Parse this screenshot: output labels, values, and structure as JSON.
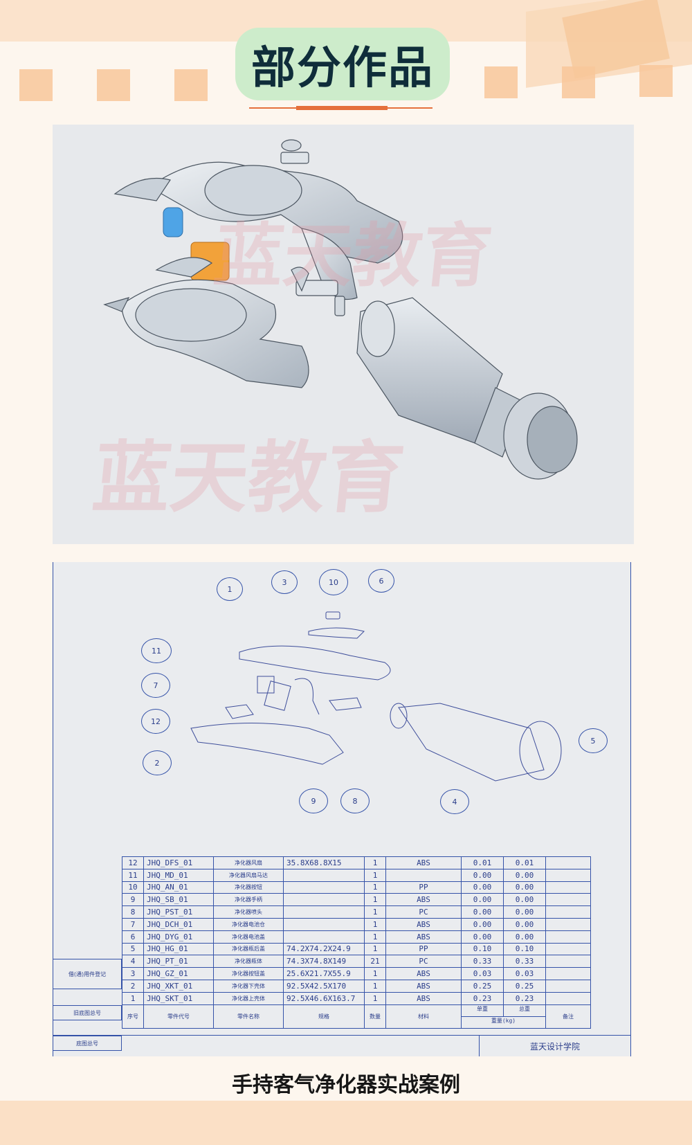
{
  "header": {
    "title": "部分作品"
  },
  "panel1": {
    "watermarks": [
      "蓝天教育",
      "蓝天教育"
    ]
  },
  "drawing": {
    "balloons": [
      "1",
      "3",
      "10",
      "6",
      "11",
      "7",
      "12",
      "2",
      "9",
      "8",
      "4",
      "5"
    ],
    "bom_rows": [
      [
        "12",
        "JHQ_DFS_01",
        "净化器风扇",
        "35.8X68.8X15",
        "1",
        "ABS",
        "0.01",
        "0.01"
      ],
      [
        "11",
        "JHQ_MD_01",
        "净化器风扇马达",
        "",
        "1",
        "",
        "0.00",
        "0.00"
      ],
      [
        "10",
        "JHQ_AN_01",
        "净化器按钮",
        "",
        "1",
        "PP",
        "0.00",
        "0.00"
      ],
      [
        "9",
        "JHQ_SB_01",
        "净化器手柄",
        "",
        "1",
        "ABS",
        "0.00",
        "0.00"
      ],
      [
        "8",
        "JHQ_PST_01",
        "净化器喷头",
        "",
        "1",
        "PC",
        "0.00",
        "0.00"
      ],
      [
        "7",
        "JHQ_DCH_01",
        "净化器电池仓",
        "",
        "1",
        "ABS",
        "0.00",
        "0.00"
      ],
      [
        "6",
        "JHQ_DYG_01",
        "净化器电池盖",
        "",
        "1",
        "ABS",
        "0.00",
        "0.00"
      ],
      [
        "5",
        "JHQ_HG_01",
        "净化器瓶后盖",
        "74.2X74.2X24.9",
        "1",
        "PP",
        "0.10",
        "0.10"
      ],
      [
        "4",
        "JHQ_PT_01",
        "净化器瓶体",
        "74.3X74.8X149",
        "21",
        "PC",
        "0.33",
        "0.33"
      ],
      [
        "3",
        "JHQ_GZ_01",
        "净化器按钮盖",
        "25.6X21.7X55.9",
        "1",
        "ABS",
        "0.03",
        "0.03"
      ],
      [
        "2",
        "JHQ_XKT_01",
        "净化器下壳体",
        "92.5X42.5X170",
        "1",
        "ABS",
        "0.25",
        "0.25"
      ],
      [
        "1",
        "JHQ_SKT_01",
        "净化器上壳体",
        "92.5X46.6X163.7",
        "1",
        "ABS",
        "0.23",
        "0.23"
      ]
    ],
    "header": {
      "no": "序号",
      "code": "零件代号",
      "name": "零件名称",
      "spec": "规格",
      "qty": "数量",
      "material": "材料",
      "unit_weight": "单重",
      "total_weight": "总重",
      "weight": "重量(kg)",
      "remark": "备注"
    },
    "side_labels": [
      "借(通)用件登记",
      "旧底图总号",
      "底图总号"
    ],
    "school": "蓝天设计学院"
  },
  "caption": "手持客气净化器实战案例"
}
